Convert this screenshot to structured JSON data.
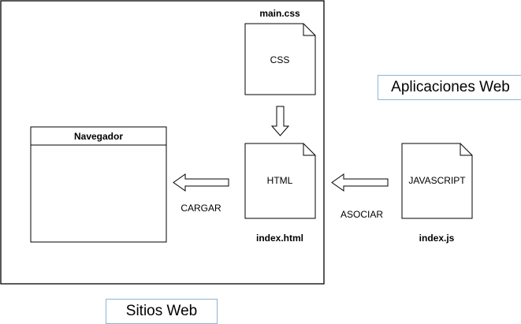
{
  "navegador": {
    "title": "Navegador"
  },
  "files": {
    "css": {
      "name": "main.css",
      "content": "CSS"
    },
    "html": {
      "name": "index.html",
      "content": "HTML"
    },
    "js": {
      "name": "index.js",
      "content": "JAVASCRIPT"
    }
  },
  "edges": {
    "cargar": "CARGAR",
    "asociar": "ASOCIAR"
  },
  "groups": {
    "aplicaciones_web": "Aplicaciones Web",
    "sitios_web": "Sitios Web"
  }
}
